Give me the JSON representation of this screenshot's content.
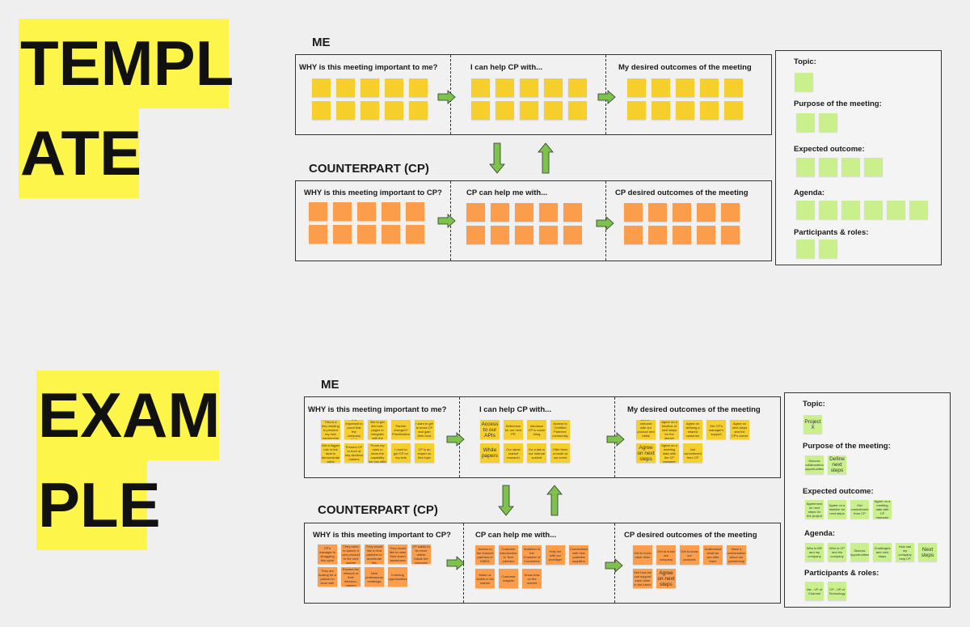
{
  "template": {
    "big_word_line1": "TEMPL",
    "big_word_line2": "ATE",
    "me": {
      "title": "ME",
      "col1": "WHY is this meeting important to me?",
      "col2": "I can help CP with...",
      "col3": "My desired outcomes of the meeting"
    },
    "cp": {
      "title": "COUNTERPART (CP)",
      "col1": "WHY is this meeting important to CP?",
      "col2": "CP can help me with...",
      "col3": "CP desired outcomes of the meeting"
    },
    "sidebar": {
      "topic": "Topic:",
      "purpose": "Purpose of the meeting:",
      "expected": "Expected outcome:",
      "agenda": "Agenda:",
      "participants": "Participants & roles:"
    }
  },
  "example": {
    "big_word_line1": "EXAM",
    "big_word_line2": "PLE",
    "me": {
      "title": "ME",
      "col1": "WHY is this meeting important to me?",
      "col2": "I can help CP with...",
      "col3": "My desired outcomes of the meeting",
      "why_notes": [
        "This is a key meeting to present my new partnership",
        "It is important to proof that the company CMS",
        "We would like to get first sub-pages to integrate with the company",
        "Partner changed? Prioritization",
        "I want to get to know CP and gain their trust",
        "Get a bigger role in the deal to demonstrate value",
        "Present CP in front of key decision makers",
        "Prove my rules to show the capability we can offer",
        "I need to get CP on my side",
        "CP is an expert on this topic"
      ],
      "help_notes": [
        "Access to our APIs",
        "Reference for our next PR",
        "Introduce CP to some thing",
        "Access to Certified Partners' community",
        "White papers",
        "Our latest market research",
        "Go a talk in our internal summit",
        "Offer them a booth at our event"
      ],
      "outcome_notes": [
        "Get CP onboard with our product and initial contacts",
        "Agree on a timeline of next steps for the launch",
        "Agree on defining a shared customer",
        "Get CP's manager's support",
        "Agree on next steps and the CP's owner",
        "Agree on next steps",
        "Agree on a meeting date with the CP manager",
        "Get commitment from CP"
      ]
    },
    "cp": {
      "title": "COUNTERPART (CP)",
      "col1": "WHY is this meeting important to CP?",
      "col2": "CP can help me with...",
      "col3": "CP desired outcomes of the meeting",
      "why_notes": [
        "CP's manager is struggling this cycle",
        "They need to launch a new product in the next quarter",
        "They would like to find partners to accelerate this",
        "They would like to raise their brand awareness",
        "CP wants to be more visible inside the company",
        "They are looking for a partner to work with",
        "Expand the network of their decision-makers",
        "New professional challenge",
        "Learning opportunities"
      ],
      "help_notes": [
        "Access to the channel partners in EMEA",
        "Customer introduction to Tech partners",
        "Invitation to the Chamber of Commerce",
        "Help me with our prototype",
        "Connections with new potential suppliers",
        "Make us visible in the market",
        "Customer insights",
        "Know-how on the market"
      ],
      "outcome_notes": [
        "Get to know each other",
        "Get to know our company",
        "Get to know our products",
        "Understand what we can offer them",
        "Have a conversation about our partnership",
        "See how we can support each other in the future",
        "Agree on next steps"
      ]
    },
    "sidebar": {
      "topic": "Topic:",
      "topic_notes": [
        "Project X"
      ],
      "purpose": "Purpose of the meeting:",
      "purpose_notes": [
        "Discuss collaboration opportunities",
        "Define next steps"
      ],
      "expected": "Expected outcome:",
      "expected_notes": [
        "Agreement on next steps for the project",
        "Agree on a timeline for next steps",
        "Get commitment from CP",
        "Agree on a meeting date with CP manager"
      ],
      "agenda": "Agenda:",
      "agenda_notes": [
        "Who is ME and my company",
        "Who is CP and his company",
        "Discuss opportunities",
        "Challenges and next steps",
        "How can my company help CP",
        "Next steps"
      ],
      "participants": "Participants & roles:",
      "participant_notes": [
        "Me - VP of Channel",
        "CP - VP of Technology"
      ]
    }
  },
  "colors": {
    "yellow_note": "#f7cf2c",
    "orange_note": "#fb9d4a",
    "green_note": "#c9f08d",
    "highlight": "#fdf54a",
    "arrow": "#7dc24a"
  }
}
